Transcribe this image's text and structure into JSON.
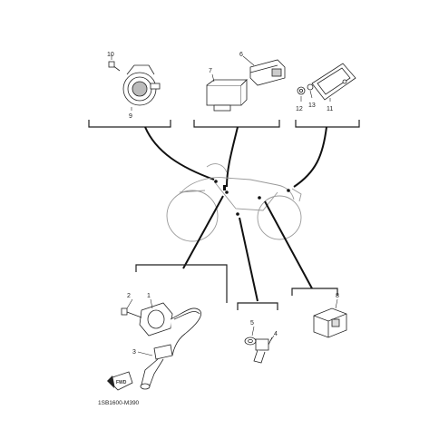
{
  "diagram": {
    "callouts": {
      "c1": "1",
      "c2": "2",
      "c3": "3",
      "c4": "4",
      "c5": "5",
      "c6": "6",
      "c7": "7",
      "c8": "8",
      "c9": "9",
      "c10": "10",
      "c11": "11",
      "c12": "12",
      "c13": "13"
    },
    "fwd_label": "FWD",
    "drawing_code": "1SB1600-M390"
  }
}
